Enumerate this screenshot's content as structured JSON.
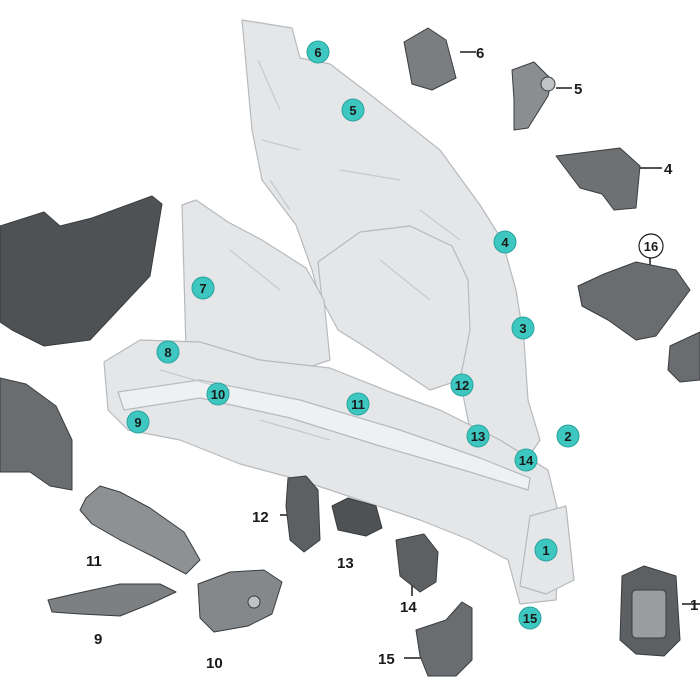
{
  "colors": {
    "assembly_fill": "#e4e6e8",
    "assembly_stroke": "#b7babd",
    "part_dark": "#5d6063",
    "part_mid": "#8b8e91",
    "part_light": "#a9acaf",
    "badge": "#3ec7c0",
    "badge_stroke": "#2aa39d",
    "leader": "#1a1a1a"
  },
  "assembly_badges": [
    {
      "id": "badge-6",
      "label": "6"
    },
    {
      "id": "badge-5",
      "label": "5"
    },
    {
      "id": "badge-4",
      "label": "4"
    },
    {
      "id": "badge-3",
      "label": "3"
    },
    {
      "id": "badge-7",
      "label": "7"
    },
    {
      "id": "badge-8",
      "label": "8"
    },
    {
      "id": "badge-10",
      "label": "10"
    },
    {
      "id": "badge-9",
      "label": "9"
    },
    {
      "id": "badge-11",
      "label": "11"
    },
    {
      "id": "badge-12",
      "label": "12"
    },
    {
      "id": "badge-13",
      "label": "13"
    },
    {
      "id": "badge-14",
      "label": "14"
    },
    {
      "id": "badge-2",
      "label": "2"
    },
    {
      "id": "badge-1",
      "label": "1"
    },
    {
      "id": "badge-15",
      "label": "15"
    }
  ],
  "part_callouts": [
    {
      "id": "callout-6",
      "label": "6"
    },
    {
      "id": "callout-5",
      "label": "5"
    },
    {
      "id": "callout-4",
      "label": "4"
    },
    {
      "id": "callout-16",
      "label": "16"
    },
    {
      "id": "callout-11",
      "label": "11"
    },
    {
      "id": "callout-12",
      "label": "12"
    },
    {
      "id": "callout-13",
      "label": "13"
    },
    {
      "id": "callout-14",
      "label": "14"
    },
    {
      "id": "callout-9",
      "label": "9"
    },
    {
      "id": "callout-10",
      "label": "10"
    },
    {
      "id": "callout-15",
      "label": "15"
    },
    {
      "id": "callout-1",
      "label": "1"
    }
  ]
}
